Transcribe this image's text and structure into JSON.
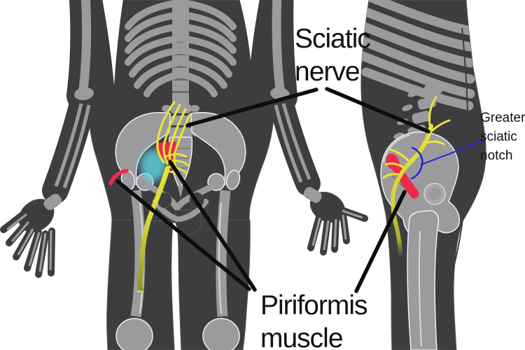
{
  "diagram": {
    "subject": "Sciatic nerve and piriformis muscle anatomy",
    "views": {
      "left": "front skeletal view",
      "right": "side skeletal view"
    }
  },
  "labels": {
    "sciatic_nerve": {
      "lines": [
        "Sciatic",
        "nerve"
      ]
    },
    "greater_sciatic_notch": {
      "lines": [
        "Greater",
        "sciatic",
        "notch"
      ]
    },
    "piriformis_muscle": {
      "lines": [
        "Piriformis",
        "muscle"
      ]
    }
  },
  "colors": {
    "background": "#ffffff",
    "body_silhouette": "#3d3d40",
    "bone": "#9b9b9e",
    "bone_outline": "#f0f0f2",
    "nerve_yellow": "#e8e537",
    "nerve_olive": "#8f902e",
    "muscle_red": "#f0294b",
    "highlight_cyan": "#5fd7e4",
    "notch_blue": "#2222dd",
    "pointer_black": "#0d0d0d",
    "text_black": "#111111"
  }
}
